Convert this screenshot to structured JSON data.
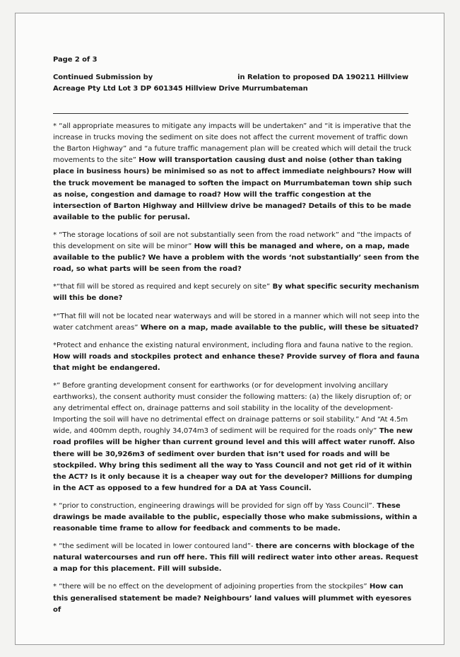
{
  "document": {
    "page_label": "Page 2 of 3",
    "header_left": "Continued Submission by",
    "header_right": "in Relation to proposed DA 190211 Hillview",
    "header_line2": "Acreage Pty Ltd Lot 3 DP 601345 Hillview Drive Murrumbateman",
    "paragraphs": [
      {
        "quote": "* “all appropriate measures to mitigate any impacts will be undertaken” and “it is imperative that the increase in trucks moving the sediment on site does not affect the current movement of traffic down the Barton Highway” and “a future traffic management plan will be created which will detail the truck movements to the site”",
        "question": " How will transportation causing dust and noise (other than taking place in business hours) be minimised so as not to affect immediate neighbours? How will the truck movement be managed to soften the impact on Murrumbateman town ship such as noise, congestion and damage to road? How will the traffic congestion at the intersection of Barton Highway and Hillview drive be managed? Details of this to be made available to the public for perusal."
      },
      {
        "quote": "* “The storage locations of soil are not substantially seen from the road network” and “the impacts of this development on site will be minor”",
        "question": " How will this be managed and where, on a map, made available to the public?  We have a problem with the words ‘not substantially’ seen from the road, so what parts will be seen from the road?"
      },
      {
        "quote": "*“that fill will be stored as required and kept securely on site”",
        "question": " By what specific security mechanism will this be done?"
      },
      {
        "quote": "*“That fill will not be located near waterways and will be stored in a manner which will not seep into the water catchment areas”",
        "question": " Where on a map, made available to the public, will these be situated?"
      },
      {
        "quote": "*Protect and enhance the existing natural environment, including flora and fauna native to the region.",
        "question": " How will roads and stockpiles protect and enhance these? Provide survey of flora and fauna that might be endangered."
      },
      {
        "quote": "*” Before granting development consent for earthworks (or for development involving ancillary earthworks), the consent authority must consider the following matters: (a) the likely disruption of; or any detrimental effect on, drainage patterns and soil stability in the locality of the development- Importing the soil will have no detrimental effect on drainage patterns or soil stability.” And “At 4.5m wide, and 400mm depth, roughly 34,074m3 of sediment will be required for the roads only”",
        "question": " The new road profiles will be higher than current ground level and this will affect water runoff. Also there will be 30,926m3 of sediment over burden that isn’t used for roads and will be stockpiled. Why bring this sediment all the way to Yass Council and not get rid of it within the ACT? Is it only because it is a cheaper way out for the developer? Millions for dumping in the ACT as opposed to a few hundred for a DA at Yass Council."
      },
      {
        "quote": "* “prior to construction, engineering drawings will be provided for sign off by Yass Council”.",
        "question": " These drawings be made available to the public, especially those who make submissions, within a reasonable time frame to allow for feedback and comments to be made."
      },
      {
        "quote": "* “the sediment will be located in lower contoured land”-",
        "question": " there are concerns with blockage of the natural watercourses and run off here. This fill will redirect water into other areas.  Request a map for this placement. Fill will subside."
      },
      {
        "quote": "* “there will be no effect on the development of adjoining properties from the stockpiles”",
        "question": " How can this generalised statement be made? Neighbours’ land values will plummet with eyesores of"
      }
    ]
  }
}
